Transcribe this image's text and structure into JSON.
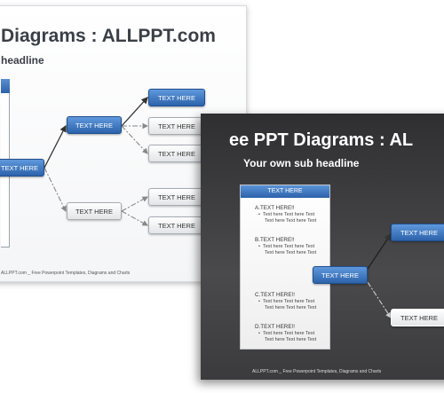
{
  "light_slide": {
    "title": "Diagrams : ALLPPT.com",
    "subtitle": "headline",
    "footer": "ALLPPT.com _ Free Powerpoint Templates, Diagrams and Charts",
    "nodes": {
      "root": "TEXT HERE",
      "mid_top": "TEXT HERE",
      "mid_bottom": "TEXT HERE",
      "leaf_1": "TEXT HERE",
      "leaf_2": "TEXT HERE",
      "leaf_3": "TEXT HERE",
      "leaf_4": "TEXT HERE",
      "leaf_5": "TEXT HERE"
    }
  },
  "dark_slide": {
    "title": "ee PPT Diagrams : AL",
    "subtitle": "Your own sub headline",
    "footer": "ALLPPT.com _ Free Powerpoint Templates, Diagrams and Charts",
    "panel": {
      "header": "TEXT HERE",
      "sections": [
        {
          "heading": "A.TEXT HERE!!",
          "lines": [
            "Text here Text here Text",
            "Text here Text here Text"
          ]
        },
        {
          "heading": "B.TEXT HERE!!",
          "lines": [
            "Text here Text here Text",
            "Text here Text here Text"
          ]
        },
        {
          "heading": "C.TEXT HERE!!",
          "lines": [
            "Text here Text here Text",
            "Text here Text here Text"
          ]
        },
        {
          "heading": "D.TEXT HERE!!",
          "lines": [
            "Text here Text here Text",
            "Text here Text here Text"
          ]
        }
      ]
    },
    "nodes": {
      "center": "TEXT HERE",
      "right_top": "TEXT HERE",
      "right_bottom": "TEXT HERE"
    }
  },
  "colors": {
    "node_blue": "#2c62ab",
    "node_white": "#e3e5e8",
    "dark_bg": "#3b3b3e"
  }
}
